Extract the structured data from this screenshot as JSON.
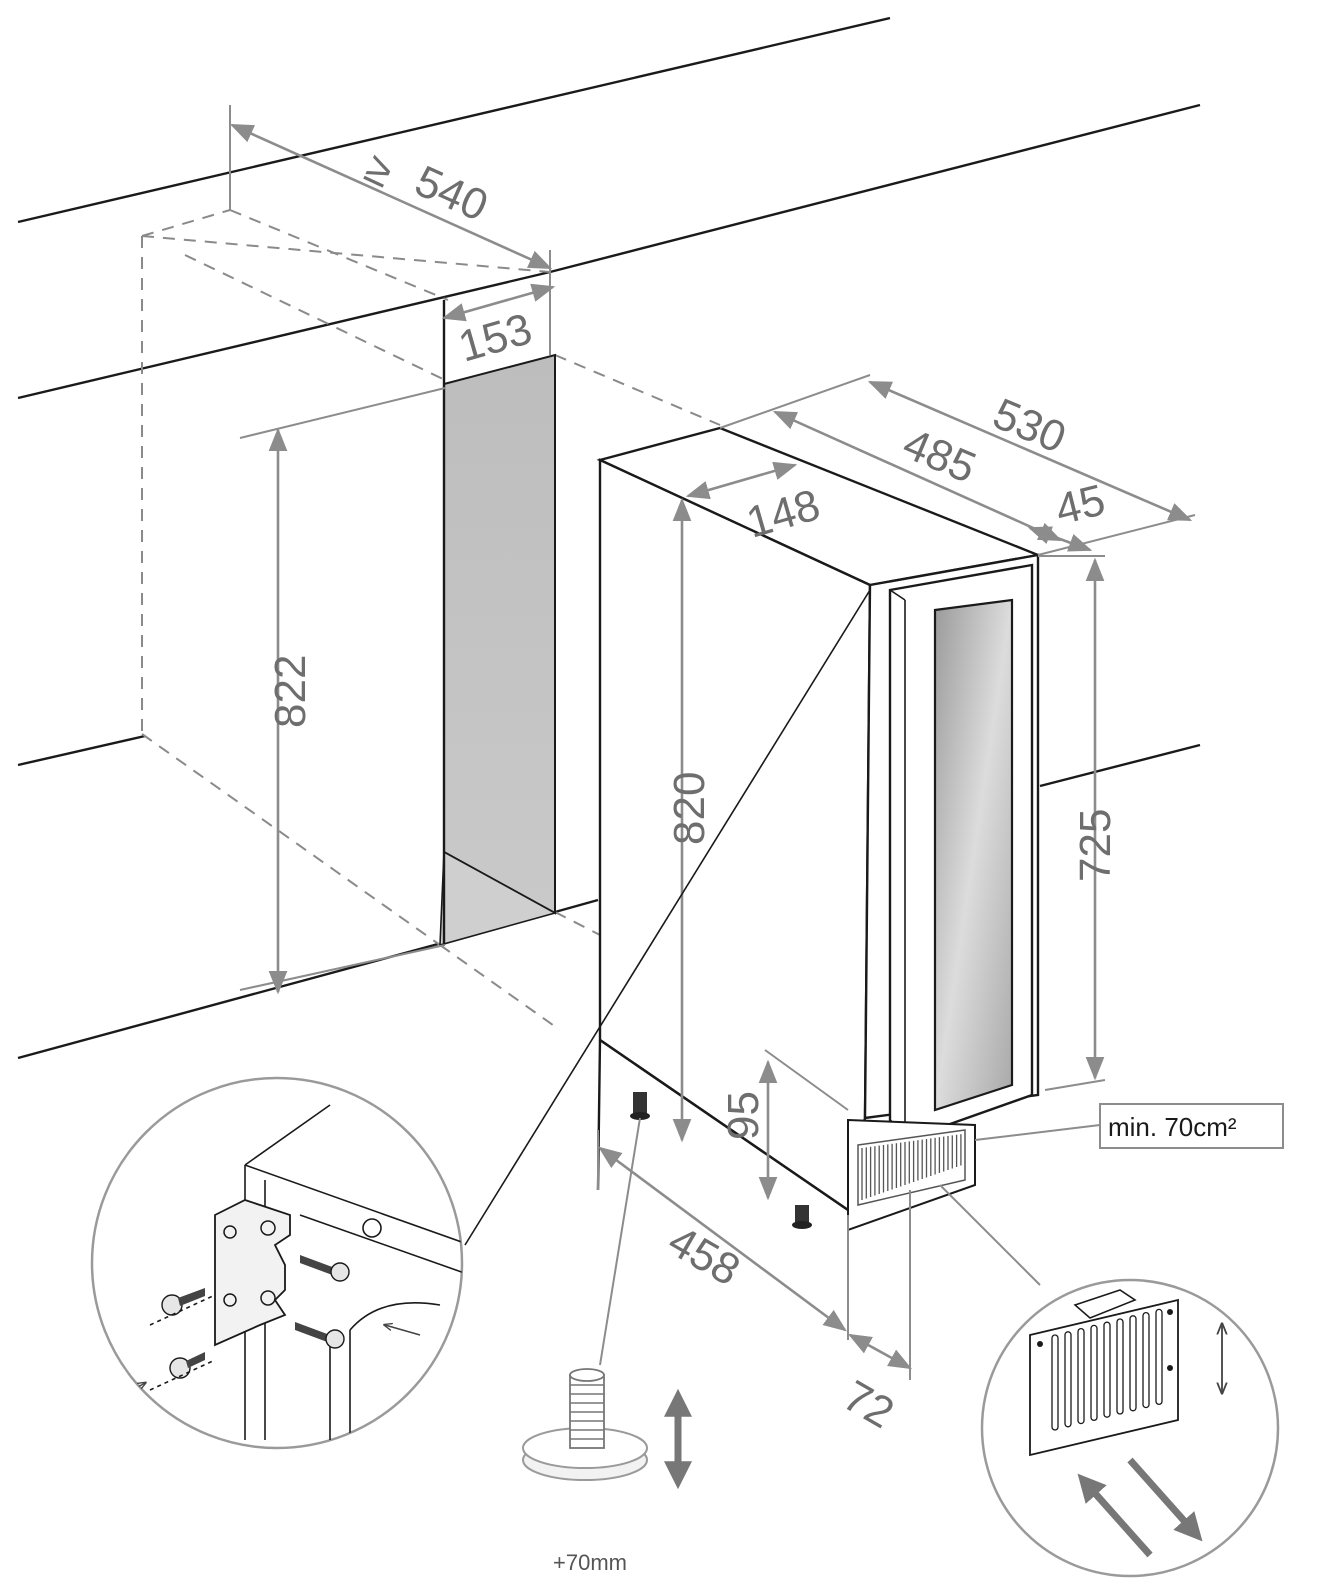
{
  "dimensions": {
    "niche_depth": "540",
    "niche_depth_prefix": "≥",
    "niche_width": "153",
    "niche_height": "822",
    "total_depth": "530",
    "body_depth": "485",
    "door_thickness": "45",
    "top_width": "148",
    "body_height": "820",
    "side_height": "725",
    "plinth_height": "95",
    "base_depth": "458",
    "plinth_offset": "72"
  },
  "notes": {
    "ventilation": "min. 70cm²",
    "foot_adjustment": "+70mm"
  },
  "colors": {
    "line": "#1a1a1a",
    "dimension": "#8c8c8c",
    "niche_fill": "#c4c4c4",
    "glass_fill": "#d6d6d6"
  }
}
